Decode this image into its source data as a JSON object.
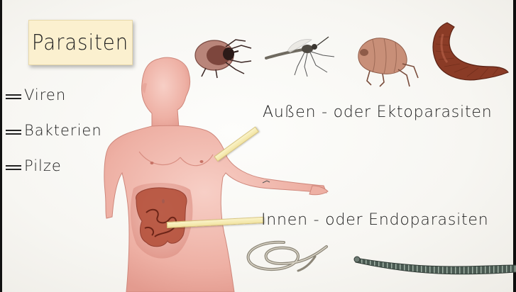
{
  "title": "Parasiten",
  "list": [
    {
      "label": "Viren"
    },
    {
      "label": "Bakterien"
    },
    {
      "label": "Pilze"
    }
  ],
  "labels": {
    "ecto": "Außen - oder Ektoparasiten",
    "endo": "Innen - oder Endoparasiten"
  },
  "icons": {
    "tick": "tick-icon",
    "mosquito": "mosquito-icon",
    "flea": "flea-icon",
    "leech": "leech-icon",
    "roundworm": "roundworm-icon",
    "tapeworm": "tapeworm-icon"
  },
  "colors": {
    "board": "#f7f6f2",
    "title_card": "#fbf0cf",
    "skin": "#f0b9ad",
    "intestine": "#b5523c",
    "leech": "#8a3b26",
    "tapeworm": "#3c4a44"
  }
}
